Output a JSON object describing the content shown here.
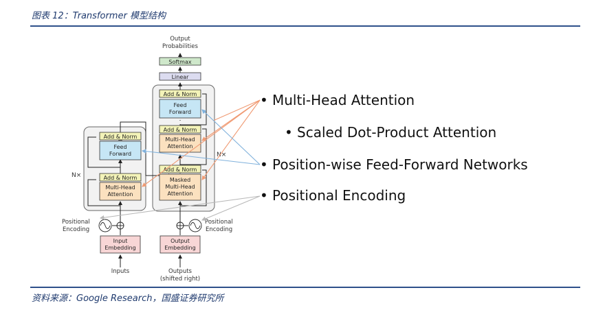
{
  "figure": {
    "title": "图表 12：Transformer 模型结构",
    "source": "资料来源：Google Research，国盛证券研究所"
  },
  "diagram": {
    "output_probabilities": [
      "Output",
      "Probabilities"
    ],
    "softmax": "Softmax",
    "linear": "Linear",
    "add_norm": "Add & Norm",
    "feed_forward": [
      "Feed",
      "Forward"
    ],
    "multi_head_attention": [
      "Multi-Head",
      "Attention"
    ],
    "masked_multi_head_attention": [
      "Masked",
      "Multi-Head",
      "Attention"
    ],
    "input_embedding": [
      "Input",
      "Embedding"
    ],
    "output_embedding": [
      "Output",
      "Embedding"
    ],
    "positional_encoding": [
      "Positional",
      "Encoding"
    ],
    "inputs": "Inputs",
    "outputs": [
      "Outputs",
      "(shifted right)"
    ],
    "nx": "N×",
    "colors": {
      "add_norm": "#f3f3b8",
      "feed_forward": "#c6e6f5",
      "attention": "#fbe1bf",
      "embedding": "#f8d6d6",
      "softmax": "#cfe8cb",
      "linear": "#dcdcf0",
      "stack_bg": "#f2f2f2",
      "orange_arrow": "#f09b74",
      "blue_arrow": "#7fb1dc",
      "gray_arrow": "#b8b8b8"
    }
  },
  "bullets": [
    "Multi-Head Attention",
    "Scaled Dot-Product Attention",
    "Position-wise Feed-Forward Networks",
    "Positional Encoding"
  ]
}
